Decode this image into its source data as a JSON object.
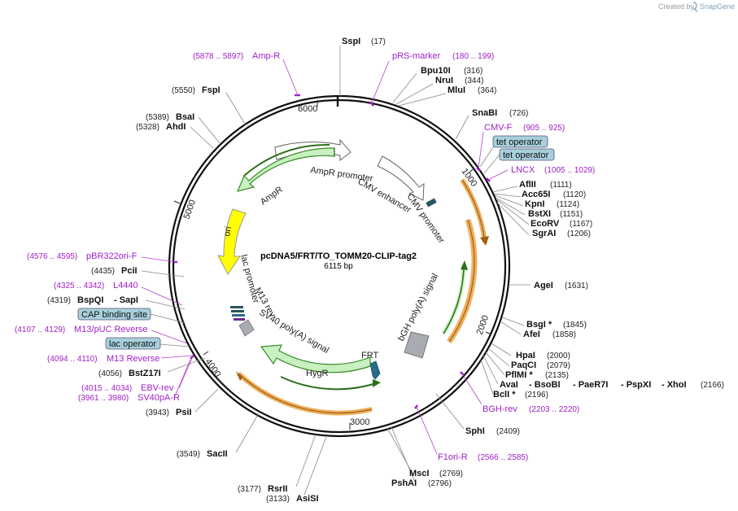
{
  "credit": {
    "text": "Created by",
    "brand": "SnapGene"
  },
  "plasmid": {
    "name": "pcDNA5/FRT/TO_TOMM20-CLIP-tag2",
    "size": "6115 bp"
  },
  "ticks": {
    "t1000": "1000",
    "t2000": "2000",
    "t3000": "3000",
    "t4000": "4000",
    "t5000": "5000",
    "t6000": "6000"
  },
  "sites": {
    "sspi": {
      "name": "SspI",
      "pos": "(17)"
    },
    "bpu10i": {
      "name": "Bpu10I",
      "pos": "(316)"
    },
    "nrui": {
      "name": "NruI",
      "pos": "(344)"
    },
    "mlui": {
      "name": "MluI",
      "pos": "(364)"
    },
    "snabi": {
      "name": "SnaBI",
      "pos": "(726)"
    },
    "aflii": {
      "name": "AflII",
      "pos": "(1111)"
    },
    "acc65i": {
      "name": "Acc65I",
      "pos": "(1120)"
    },
    "kpni": {
      "name": "KpnI",
      "pos": "(1124)"
    },
    "bstxi": {
      "name": "BstXI",
      "pos": "(1151)"
    },
    "ecorv": {
      "name": "EcoRV",
      "pos": "(1167)"
    },
    "sgrai": {
      "name": "SgrAI",
      "pos": "(1206)"
    },
    "agei": {
      "name": "AgeI",
      "pos": "(1631)"
    },
    "bsgi": {
      "name": "BsgI *",
      "pos": "(1845)"
    },
    "afei": {
      "name": "AfeI",
      "pos": "(1858)"
    },
    "hpai": {
      "name": "HpaI",
      "pos": "(2000)"
    },
    "paqci": {
      "name": "PaqCI",
      "pos": "(2079)"
    },
    "pflmi": {
      "name": "PflMI *",
      "pos": "(2135)"
    },
    "avai": {
      "name": "AvaI",
      "sep1": "- BsoBI",
      "sep2": "- PaeR7I",
      "sep3": "- PspXI",
      "sep4": "- XhoI",
      "pos": "(2166)"
    },
    "bcli": {
      "name": "BclI *",
      "pos": "(2196)"
    },
    "sphi": {
      "name": "SphI",
      "pos": "(2409)"
    },
    "msci": {
      "name": "MscI",
      "pos": "(2769)"
    },
    "pshai": {
      "name": "PshAI",
      "pos": "(2796)"
    },
    "rsrii": {
      "name": "RsrII",
      "pos": "(3177)"
    },
    "asisi": {
      "name": "AsiSI",
      "pos": "(3133)"
    },
    "sacii": {
      "name": "SacII",
      "pos": "(3549)"
    },
    "psii": {
      "name": "PsiI",
      "pos": "(3943)"
    },
    "bstz17i": {
      "name": "BstZ17I",
      "pos": "(4056)"
    },
    "bspqi": {
      "name": "BspQI",
      "sep": "- SapI",
      "pos": "(4319)"
    },
    "pcii": {
      "name": "PciI",
      "pos": "(4435)"
    },
    "ahdi": {
      "name": "AhdI",
      "pos": "(5328)"
    },
    "bsai": {
      "name": "BsaI",
      "pos": "(5389)"
    },
    "fspi": {
      "name": "FspI",
      "pos": "(5550)"
    }
  },
  "features": {
    "ampr_primer": {
      "name": "Amp-R",
      "range": "(5878 .. 5897)"
    },
    "prs_marker": {
      "name": "pRS-marker",
      "range": "(180 .. 199)"
    },
    "cmvf": {
      "name": "CMV-F",
      "range": "(905 .. 925)"
    },
    "lncx": {
      "name": "LNCX",
      "range": "(1005 .. 1029)"
    },
    "bghrev": {
      "name": "BGH-rev",
      "range": "(2203 .. 2220)"
    },
    "f1orir": {
      "name": "F1ori-R",
      "range": "(2566 .. 2585)"
    },
    "pbr322": {
      "name": "pBR322ori-F",
      "range": "(4576 .. 4595)"
    },
    "l4440": {
      "name": "L4440",
      "range": "(4325 .. 4342)"
    },
    "m13puc": {
      "name": "M13/pUC Reverse",
      "range": "(4107 .. 4129)"
    },
    "m13rev": {
      "name": "M13 Reverse",
      "range": "(4094 .. 4110)"
    },
    "ebvrev": {
      "name": "EBV-rev",
      "range": "(4015 .. 4034)"
    },
    "sv40pa": {
      "name": "SV40pA-R",
      "range": "(3961 .. 3980)"
    }
  },
  "boxes": {
    "tetop1": "tet operator",
    "tetop2": "tet operator",
    "cap": "CAP binding site",
    "lacop": "lac operator"
  },
  "inner_labels": {
    "ampr_promoter": "AmpR promoter",
    "ampr": "AmpR",
    "ori": "ori",
    "cmv_enhancer": "CMV enhancer",
    "cmv_promoter": "CMV promoter",
    "bgh": "bGH poly(A) signal",
    "frt": "FRT",
    "hygr": "HygR",
    "sv40": "SV40 poly(A) signal",
    "m13rev": "M13 rev",
    "lac_promoter": "lac promoter"
  },
  "colors": {
    "feature": "#a020c8",
    "orf": "#c8f0c0",
    "orf_stroke": "#3a8a2a",
    "ori": "#ffff00",
    "primer": "#f0b060"
  }
}
